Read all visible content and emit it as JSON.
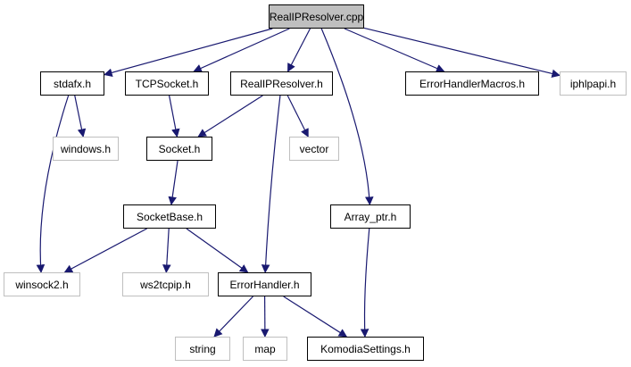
{
  "graph": {
    "edge_color": "#191970",
    "nodes": [
      {
        "id": "root",
        "label": "RealIPResolver.cpp",
        "kind": "root"
      },
      {
        "id": "stdafx",
        "label": "stdafx.h",
        "kind": "internal"
      },
      {
        "id": "tcpsocket",
        "label": "TCPSocket.h",
        "kind": "internal"
      },
      {
        "id": "realipresolver_h",
        "label": "RealIPResolver.h",
        "kind": "internal"
      },
      {
        "id": "errorhandlermacros",
        "label": "ErrorHandlerMacros.h",
        "kind": "internal"
      },
      {
        "id": "iphlpapi",
        "label": "iphlpapi.h",
        "kind": "external"
      },
      {
        "id": "windows",
        "label": "windows.h",
        "kind": "external"
      },
      {
        "id": "socket",
        "label": "Socket.h",
        "kind": "internal"
      },
      {
        "id": "vector",
        "label": "vector",
        "kind": "external"
      },
      {
        "id": "socketbase",
        "label": "SocketBase.h",
        "kind": "internal"
      },
      {
        "id": "array_ptr",
        "label": "Array_ptr.h",
        "kind": "internal"
      },
      {
        "id": "winsock2",
        "label": "winsock2.h",
        "kind": "external"
      },
      {
        "id": "ws2tcpip",
        "label": "ws2tcpip.h",
        "kind": "external"
      },
      {
        "id": "errorhandler",
        "label": "ErrorHandler.h",
        "kind": "internal"
      },
      {
        "id": "string",
        "label": "string",
        "kind": "external"
      },
      {
        "id": "map",
        "label": "map",
        "kind": "external"
      },
      {
        "id": "komodiasettings",
        "label": "KomodiaSettings.h",
        "kind": "internal"
      }
    ],
    "edges": [
      {
        "from": "root",
        "to": "stdafx"
      },
      {
        "from": "root",
        "to": "tcpsocket"
      },
      {
        "from": "root",
        "to": "realipresolver_h"
      },
      {
        "from": "root",
        "to": "errorhandlermacros"
      },
      {
        "from": "root",
        "to": "iphlpapi"
      },
      {
        "from": "root",
        "to": "array_ptr"
      },
      {
        "from": "stdafx",
        "to": "windows"
      },
      {
        "from": "stdafx",
        "to": "winsock2"
      },
      {
        "from": "tcpsocket",
        "to": "socket"
      },
      {
        "from": "realipresolver_h",
        "to": "socket"
      },
      {
        "from": "realipresolver_h",
        "to": "vector"
      },
      {
        "from": "realipresolver_h",
        "to": "errorhandler"
      },
      {
        "from": "socket",
        "to": "socketbase"
      },
      {
        "from": "socketbase",
        "to": "winsock2"
      },
      {
        "from": "socketbase",
        "to": "ws2tcpip"
      },
      {
        "from": "socketbase",
        "to": "errorhandler"
      },
      {
        "from": "errorhandler",
        "to": "string"
      },
      {
        "from": "errorhandler",
        "to": "map"
      },
      {
        "from": "errorhandler",
        "to": "komodiasettings"
      },
      {
        "from": "array_ptr",
        "to": "komodiasettings"
      }
    ]
  }
}
